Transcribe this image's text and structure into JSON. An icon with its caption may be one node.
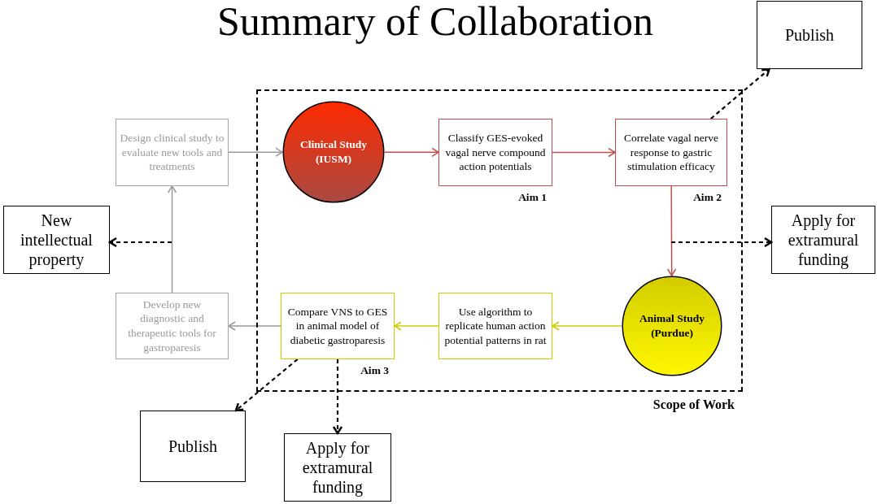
{
  "diagram": {
    "title": "Summary of Collaboration",
    "nodes": [
      {
        "text": [
          "Scope of Work"
        ]
      },
      {
        "text": [
          "Clinical Study (IUSM)"
        ],
        "in": 0
      },
      {
        "text": [
          "Classify GES-evoked vagal nerve compound action potentials"
        ],
        "beside": [
          "Aim 1"
        ],
        "in": 0
      },
      {
        "text": [
          "Correlate vagal nerve response to gastric stimulation efficacy"
        ],
        "beside": [
          "Aim 2"
        ],
        "in": 0
      },
      {
        "text": [
          "Animal Study (Purdue)"
        ],
        "in": 0
      },
      {
        "text": [
          "Use algorithm to replicate human action potential patterns in rat"
        ],
        "in": 0
      },
      {
        "text": [
          "Compare VNS to GES in animal model of diabetic gastroparesis"
        ],
        "beside": [
          "Aim 3"
        ],
        "in": 0
      },
      {
        "text": [
          "Design clinical study to evaluate new tools and treatments"
        ]
      },
      {
        "text": [
          "Develop new diagnostic and therapeutic tools for gastroparesis"
        ]
      },
      {
        "text": [
          "New intellectual property"
        ]
      },
      {
        "text": [
          "Publish"
        ]
      },
      {
        "text": [
          "Apply for extramural funding"
        ]
      },
      {
        "text": [
          "Publish"
        ]
      },
      {
        "text": [
          "Apply for extramural funding"
        ]
      }
    ],
    "edges": [
      {
        "from": 7,
        "to": 1,
        "arrow": "to",
        "color": "#999999"
      },
      {
        "from": 1,
        "to": 2,
        "arrow": "to",
        "color": "#c0504d"
      },
      {
        "from": 2,
        "to": 3,
        "arrow": "to",
        "color": "#c0504d"
      },
      {
        "from": 3,
        "to": 4,
        "arrow": "to",
        "color": "#c0504d"
      },
      {
        "from": 4,
        "to": 5,
        "arrow": "to",
        "color": "#cccc00"
      },
      {
        "from": 5,
        "to": 6,
        "arrow": "to",
        "color": "#cccc00"
      },
      {
        "from": 6,
        "to": 8,
        "arrow": "to",
        "color": "#999999"
      },
      {
        "from": 8,
        "to": 7,
        "arrow": "to",
        "color": "#999999"
      },
      {
        "from": 3,
        "to": 10,
        "arrow": "to",
        "style": "dashed"
      },
      {
        "from": null,
        "to": 11,
        "arrow": "to",
        "style": "dashed"
      },
      {
        "from": null,
        "to": 9,
        "arrow": "to",
        "style": "dashed"
      },
      {
        "from": 6,
        "to": 12,
        "arrow": "to",
        "style": "dashed"
      },
      {
        "from": 6,
        "to": 13,
        "arrow": "to",
        "style": "dashed"
      }
    ]
  }
}
